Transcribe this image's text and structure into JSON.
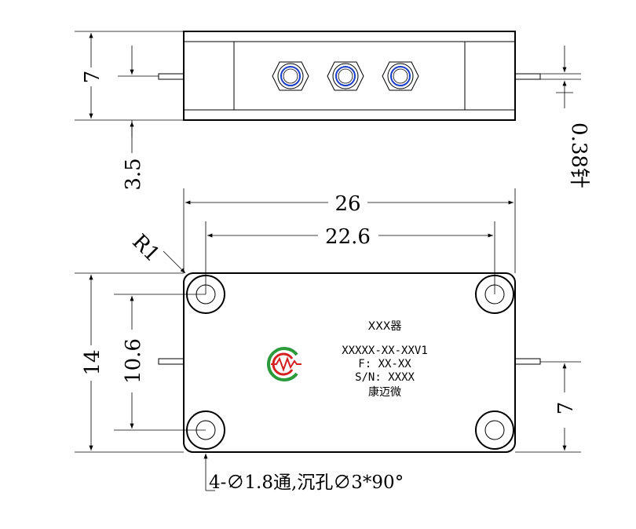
{
  "top_view": {
    "dim_height": "7",
    "dim_pin_offset": "3.5",
    "dim_pin": "0.38针"
  },
  "front_view": {
    "dim_width": "26",
    "dim_hole_spacing_x": "22.6",
    "dim_radius": "R1",
    "dim_height": "14",
    "dim_hole_spacing_y": "10.6",
    "dim_pin_height": "7",
    "note_holes": "4-∅1.8通,沉孔∅3*90°"
  },
  "label": {
    "title": "XXX器",
    "model": "XXXXX-XX-XXV1",
    "freq": "F: XX-XX",
    "serial": "S/N: XXXX",
    "maker": "康迈微"
  },
  "colors": {
    "line": "#000000",
    "connector_ring": "#1a3cc8",
    "logo_red": "#d42020",
    "logo_green": "#2a9a3a"
  }
}
